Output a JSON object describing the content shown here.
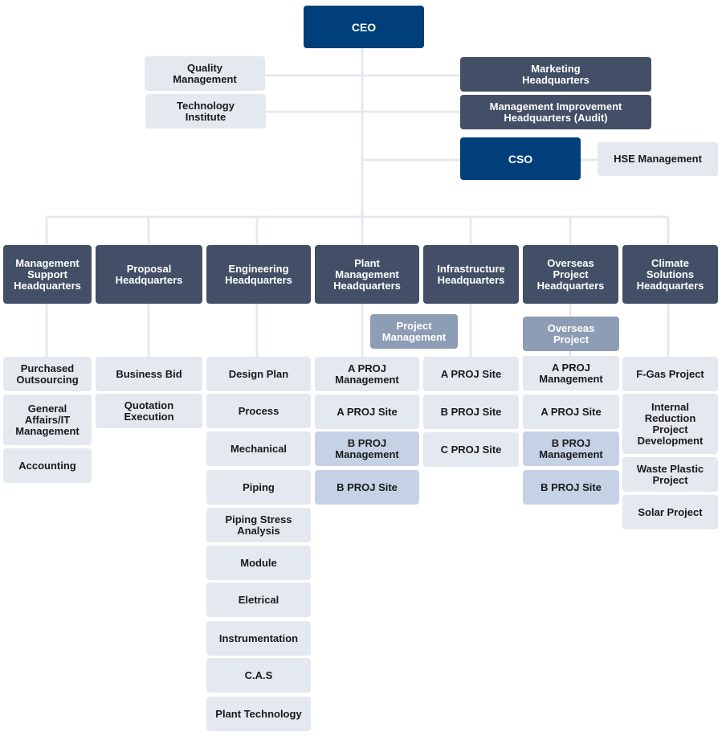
{
  "top": {
    "ceo": "CEO",
    "quality": "Quality\nManagement",
    "technology": "Technology\nInstitute",
    "marketing": "Marketing\nHeadquarters",
    "mgmt_improvement": "Management Improvement\nHeadquarters (Audit)",
    "cso": "CSO",
    "hse": "HSE Management"
  },
  "headquarters": [
    {
      "name": "Management\nSupport\nHeadquarters",
      "sub_header": "",
      "items": [
        "Purchased\nOutsourcing",
        "General\nAffairs/IT\nManagement",
        "Accounting"
      ]
    },
    {
      "name": "Proposal\nHeadquarters",
      "sub_header": "",
      "items": [
        "Business Bid",
        "Quotation\nExecution"
      ]
    },
    {
      "name": "Engineering\nHeadquarters",
      "sub_header": "",
      "items": [
        "Design Plan",
        "Process",
        "Mechanical",
        "Piping",
        "Piping Stress\nAnalysis",
        "Module",
        "Eletrical",
        "Instrumentation",
        "C.A.S",
        "Plant Technology"
      ]
    },
    {
      "name": "Plant\nManagement\nHeadquarters",
      "sub_header": "Project\nManagement",
      "items": [
        "A PROJ\nManagement",
        "A PROJ Site",
        "B PROJ\nManagement",
        "B PROJ Site"
      ]
    },
    {
      "name": "Infrastructure\nHeadquarters",
      "sub_header": "",
      "items": [
        "A PROJ Site",
        "B PROJ Site",
        "C PROJ Site"
      ]
    },
    {
      "name": "Overseas\nProject\nHeadquarters",
      "sub_header": "Overseas\nProject",
      "items": [
        "A PROJ\nManagement",
        "A PROJ Site",
        "B PROJ\nManagement",
        "B PROJ Site"
      ]
    },
    {
      "name": "Climate\nSolutions\nHeadquarters",
      "sub_header": "",
      "items": [
        "F-Gas Project",
        "Internal\nReduction\nProject\nDevelopment",
        "Waste Plastic\nProject",
        "Solar Project"
      ]
    }
  ],
  "colors": {
    "navy": "#003f79",
    "slate": "#424f66",
    "light": "#e4e8ef",
    "mid": "#c5d2e6",
    "gray": "#8e9db6",
    "connector": "#e4e8ef"
  }
}
